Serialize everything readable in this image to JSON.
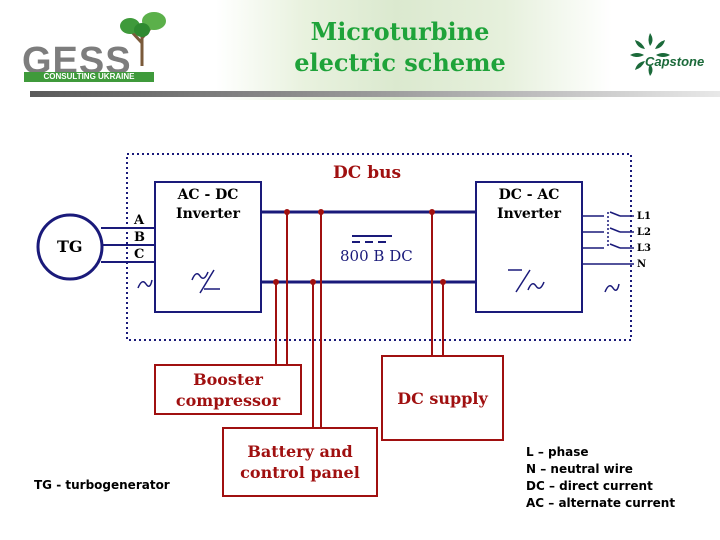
{
  "header": {
    "title_line1": "Microturbine",
    "title_line2": "electric scheme",
    "logo_left": "GESS",
    "logo_left_sub": "CONSULTING UKRAINE",
    "logo_right": "Capstone"
  },
  "diagram": {
    "dc_bus_label": "DC bus",
    "tg_label": "TG",
    "phases_in": [
      "A",
      "B",
      "C"
    ],
    "ac_dc_inverter": [
      "AC - DC",
      "Inverter"
    ],
    "dc_ac_inverter": [
      "DC - AC",
      "Inverter"
    ],
    "dc_voltage": "800 B DC",
    "phases_out": [
      "L1",
      "L2",
      "L3",
      "N"
    ],
    "booster": [
      "Booster",
      "compressor"
    ],
    "battery": [
      "Battery and",
      "control panel"
    ],
    "dc_supply": "DC supply"
  },
  "legend": [
    "L – phase",
    "N – neutral wire",
    "DC – direct current",
    "AC – alternate current"
  ],
  "tg_note": "TG - turbogenerator",
  "colors": {
    "title": "#1fa33a",
    "wire": "#1a1a7a",
    "red": "#a01010"
  }
}
